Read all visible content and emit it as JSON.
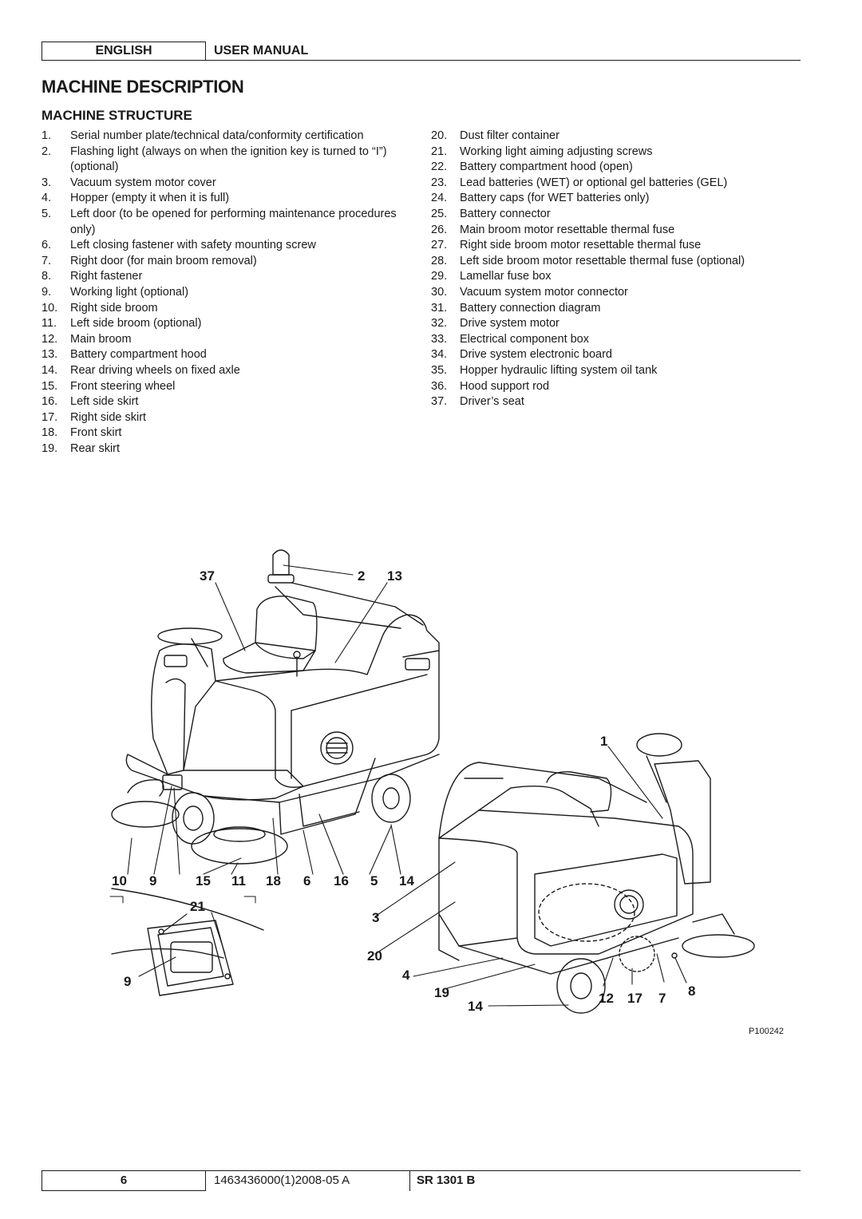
{
  "header": {
    "language": "ENGLISH",
    "doc_type": "USER MANUAL"
  },
  "page_title": "MACHINE DESCRIPTION",
  "section_title": "MACHINE STRUCTURE",
  "parts_left": [
    {
      "num": "1.",
      "text": "Serial number plate/technical data/conformity certification"
    },
    {
      "num": "2.",
      "text": "Flashing light (always on when the ignition key is turned to “I”) (optional)"
    },
    {
      "num": "3.",
      "text": "Vacuum system motor cover"
    },
    {
      "num": "4.",
      "text": "Hopper (empty it when it is full)"
    },
    {
      "num": "5.",
      "text": "Left door (to be opened for performing maintenance procedures only)"
    },
    {
      "num": "6.",
      "text": "Left closing fastener with safety mounting screw"
    },
    {
      "num": "7.",
      "text": "Right door (for main broom removal)"
    },
    {
      "num": "8.",
      "text": "Right fastener"
    },
    {
      "num": "9.",
      "text": "Working light (optional)"
    },
    {
      "num": "10.",
      "text": "Right side broom"
    },
    {
      "num": "11.",
      "text": "Left side broom (optional)"
    },
    {
      "num": "12.",
      "text": "Main broom"
    },
    {
      "num": "13.",
      "text": "Battery compartment hood"
    },
    {
      "num": "14.",
      "text": "Rear driving wheels on fixed axle"
    },
    {
      "num": "15.",
      "text": "Front steering wheel"
    },
    {
      "num": "16.",
      "text": "Left side skirt"
    },
    {
      "num": "17.",
      "text": "Right side skirt"
    },
    {
      "num": "18.",
      "text": "Front skirt"
    },
    {
      "num": "19.",
      "text": "Rear skirt"
    }
  ],
  "parts_right": [
    {
      "num": "20.",
      "text": "Dust filter container"
    },
    {
      "num": "21.",
      "text": "Working light aiming adjusting screws"
    },
    {
      "num": "22.",
      "text": "Battery compartment hood (open)"
    },
    {
      "num": "23.",
      "text": "Lead batteries (WET) or optional gel batteries (GEL)"
    },
    {
      "num": "24.",
      "text": "Battery caps (for WET batteries only)"
    },
    {
      "num": "25.",
      "text": "Battery connector"
    },
    {
      "num": "26.",
      "text": "Main broom motor resettable thermal fuse"
    },
    {
      "num": "27.",
      "text": "Right side broom motor resettable thermal fuse"
    },
    {
      "num": "28.",
      "text": "Left side broom motor resettable thermal fuse (optional)"
    },
    {
      "num": "29.",
      "text": "Lamellar fuse box"
    },
    {
      "num": "30.",
      "text": "Vacuum system motor connector"
    },
    {
      "num": "31.",
      "text": "Battery connection diagram"
    },
    {
      "num": "32.",
      "text": "Drive system motor"
    },
    {
      "num": "33.",
      "text": "Electrical component box"
    },
    {
      "num": "34.",
      "text": "Drive system electronic board"
    },
    {
      "num": "35.",
      "text": "Hopper hydraulic lifting system oil tank"
    },
    {
      "num": "36.",
      "text": "Hood support rod"
    },
    {
      "num": "37.",
      "text": "Driver’s seat"
    }
  ],
  "diagram": {
    "callouts": {
      "c37": "37",
      "c2": "2",
      "c13": "13",
      "c1": "1",
      "c10": "10",
      "c9a": "9",
      "c15": "15",
      "c11": "11",
      "c18": "18",
      "c6": "6",
      "c16": "16",
      "c5": "5",
      "c14a": "14",
      "c21": "21",
      "c3": "3",
      "c20": "20",
      "c9b": "9",
      "c4": "4",
      "c19": "19",
      "c14b": "14",
      "c12": "12",
      "c17": "17",
      "c7": "7",
      "c8": "8"
    },
    "reference": "P100242"
  },
  "footer": {
    "page": "6",
    "code": "1463436000(1)2008-05 A",
    "model": "SR 1301 B"
  }
}
